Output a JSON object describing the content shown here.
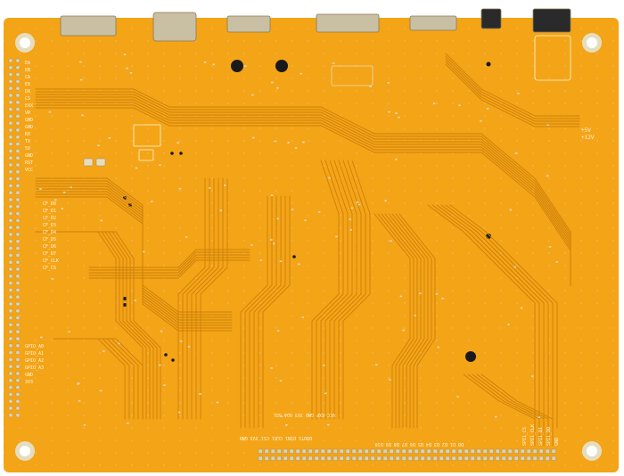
{
  "board": {
    "background_color": "#ffffff",
    "pcb_color": "#f4a417",
    "pcb_light_color": "#f8b92e",
    "trace_color": "#cc7f0a",
    "pad_color": "#d9d2b8",
    "silk_color": "#fff7e0"
  },
  "silkscreen": {
    "left_header_labels": [
      "EA",
      "EB",
      "CA",
      "EX",
      "DX",
      "CS",
      "EXX",
      "VR",
      "GND",
      "GND",
      "RX",
      "TX",
      "5V",
      "GND",
      "RST",
      "VCC"
    ],
    "left_mid_labels": [
      "CF_D0",
      "CF_D1",
      "CF_D2",
      "CF_D3",
      "CF_D4",
      "CF_D5",
      "CF_D6",
      "CF_D7",
      "CF_CLK",
      "CF_CS"
    ],
    "left_lower_labels": [
      "GPIO_A0",
      "GPIO_A1",
      "GPIO_A2",
      "GPIO_A3",
      "GND",
      "3V3"
    ],
    "bottom_labels_row1": "VCC-EXP GND 3V3 SDA SCL",
    "bottom_labels_row2": "DOUT1 DIN1 CLK1 CS1 3V3 GND",
    "bottom_labels_row3": "D0 D1 D2 D3 D4 D5 D6 D7 D8 D9 D10",
    "right_top_labels": [
      "+5V",
      "+12V"
    ],
    "right_bottom_labels": [
      "SPI1_CS",
      "SPI1_CLK",
      "SPI1_DI",
      "SPI1_DO",
      "GND"
    ]
  }
}
